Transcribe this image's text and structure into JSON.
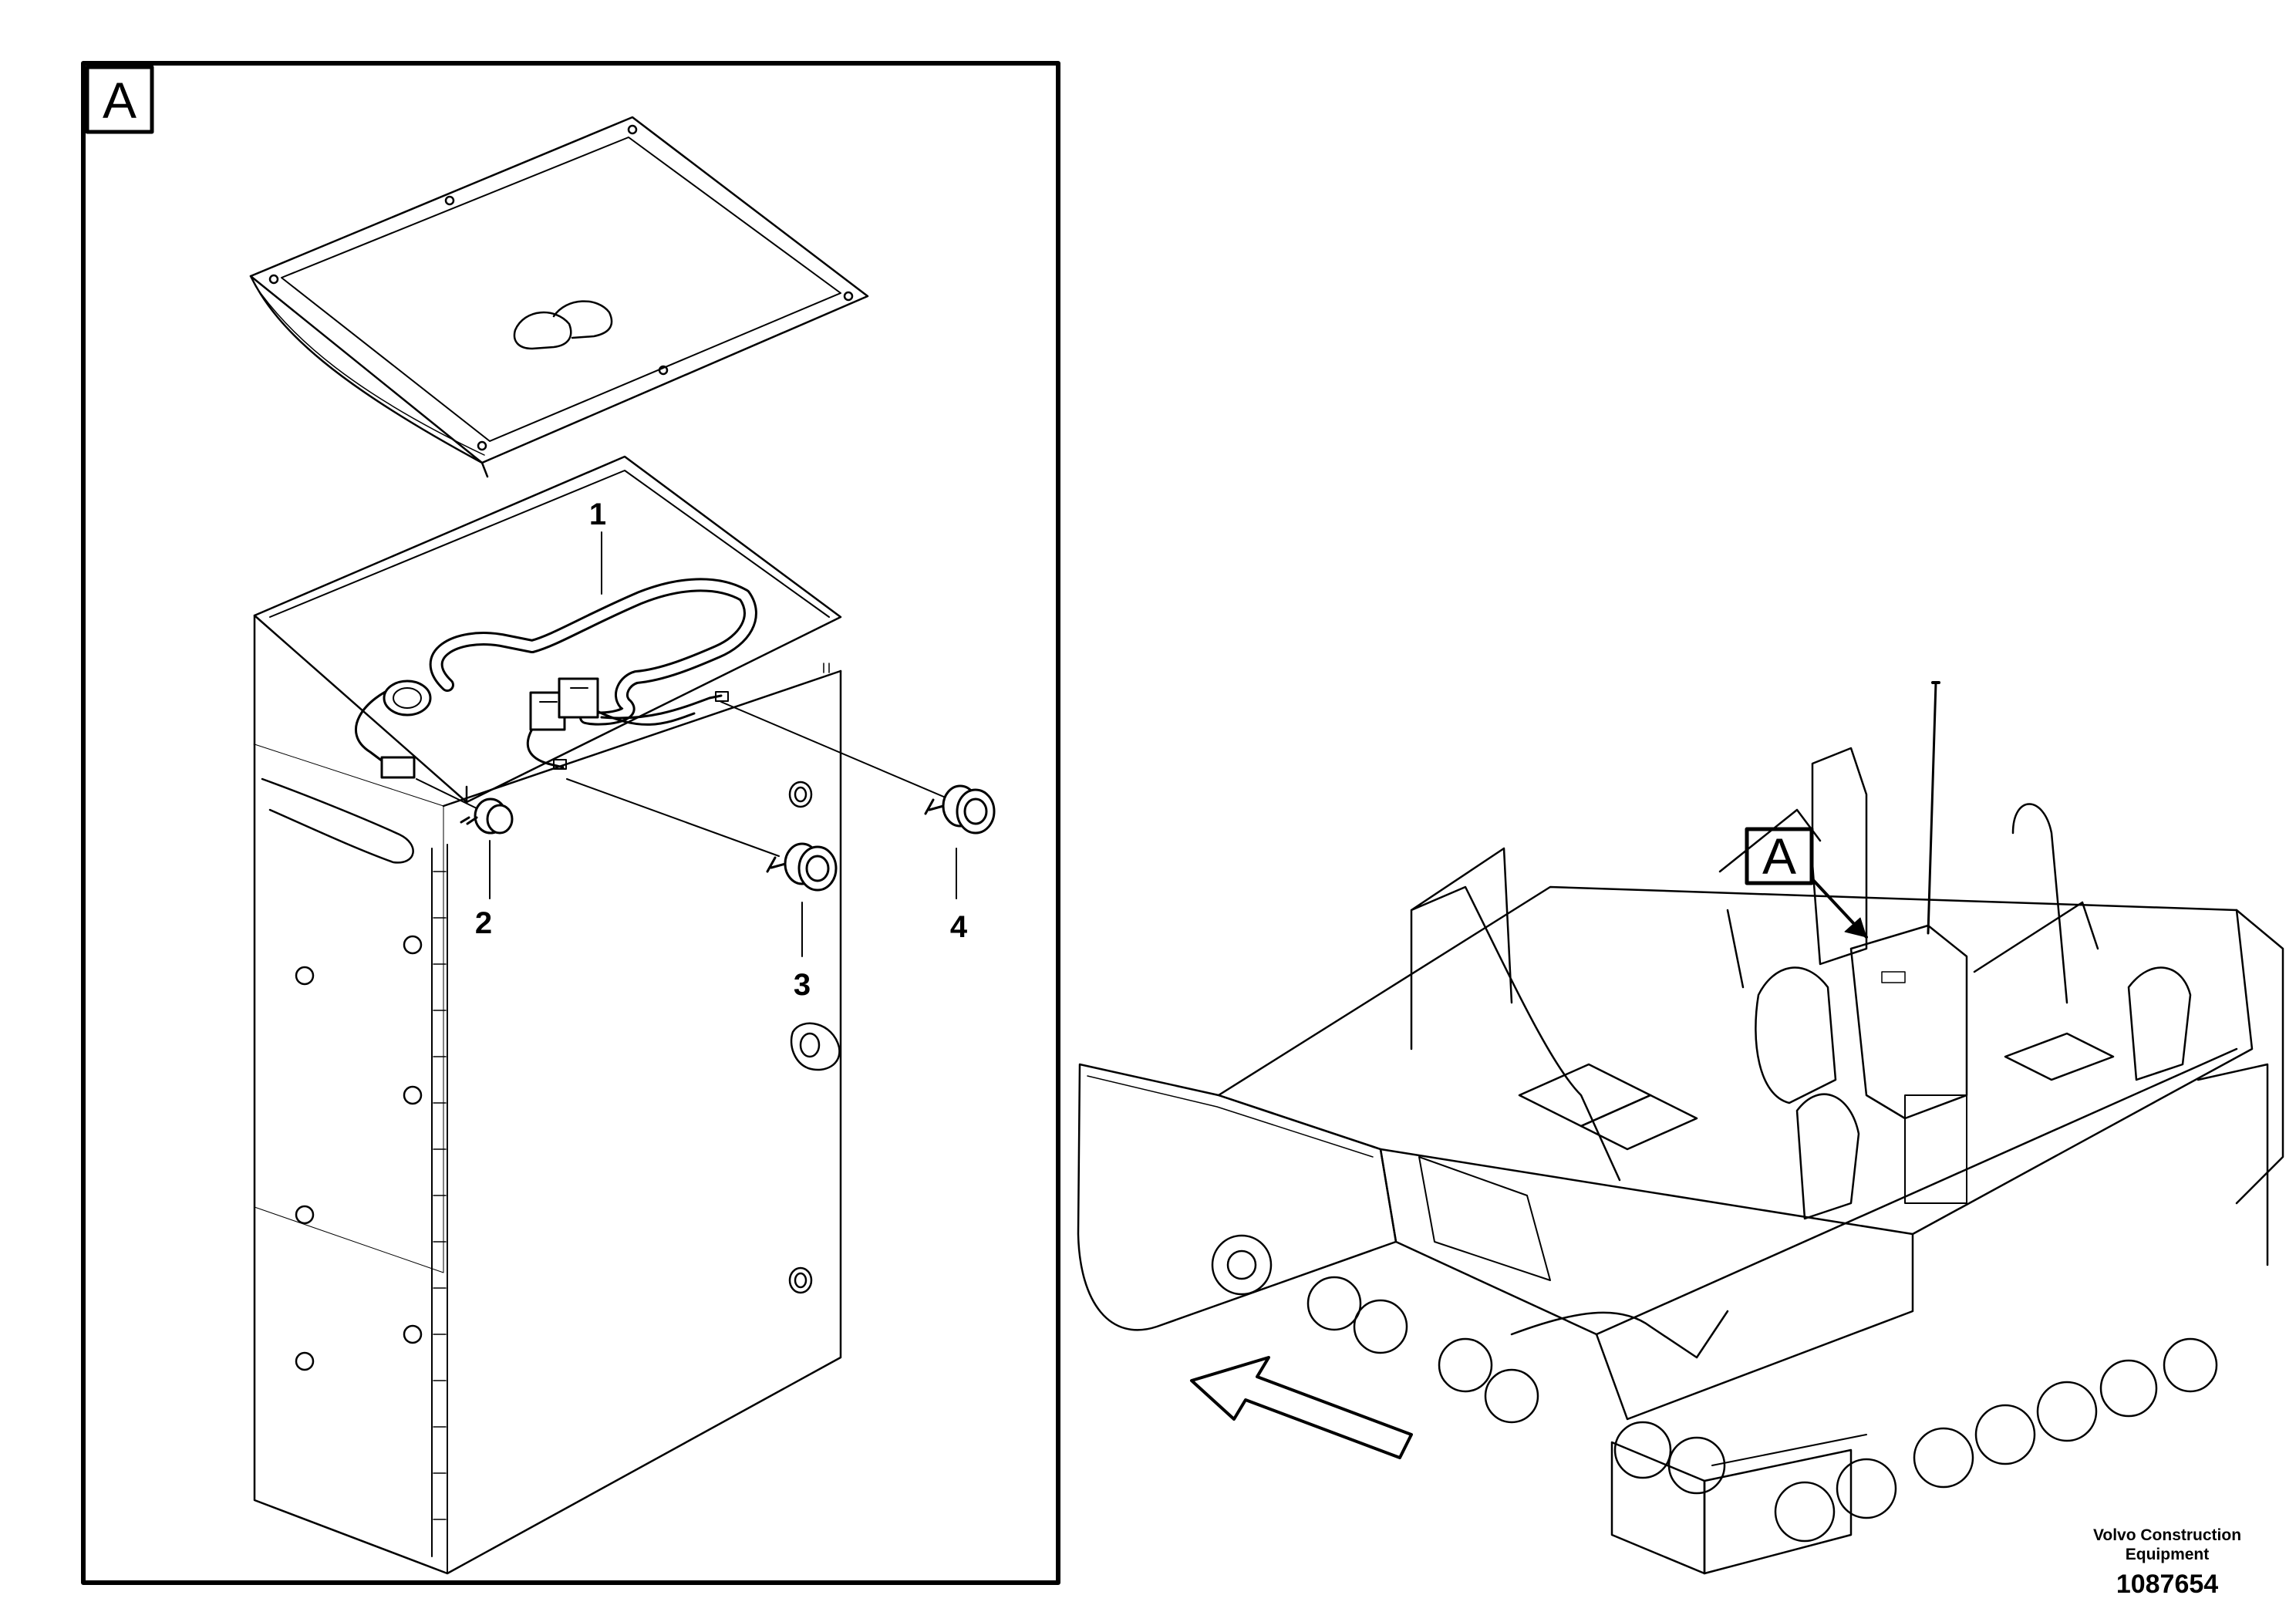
{
  "detail_label": "A",
  "machine_label": "A",
  "callouts": [
    "1",
    "2",
    "3",
    "4"
  ],
  "credit": {
    "line1": "Volvo Construction",
    "line2": "Equipment",
    "number": "1087654"
  },
  "colors": {
    "ink": "#000000",
    "paper": "#ffffff"
  }
}
